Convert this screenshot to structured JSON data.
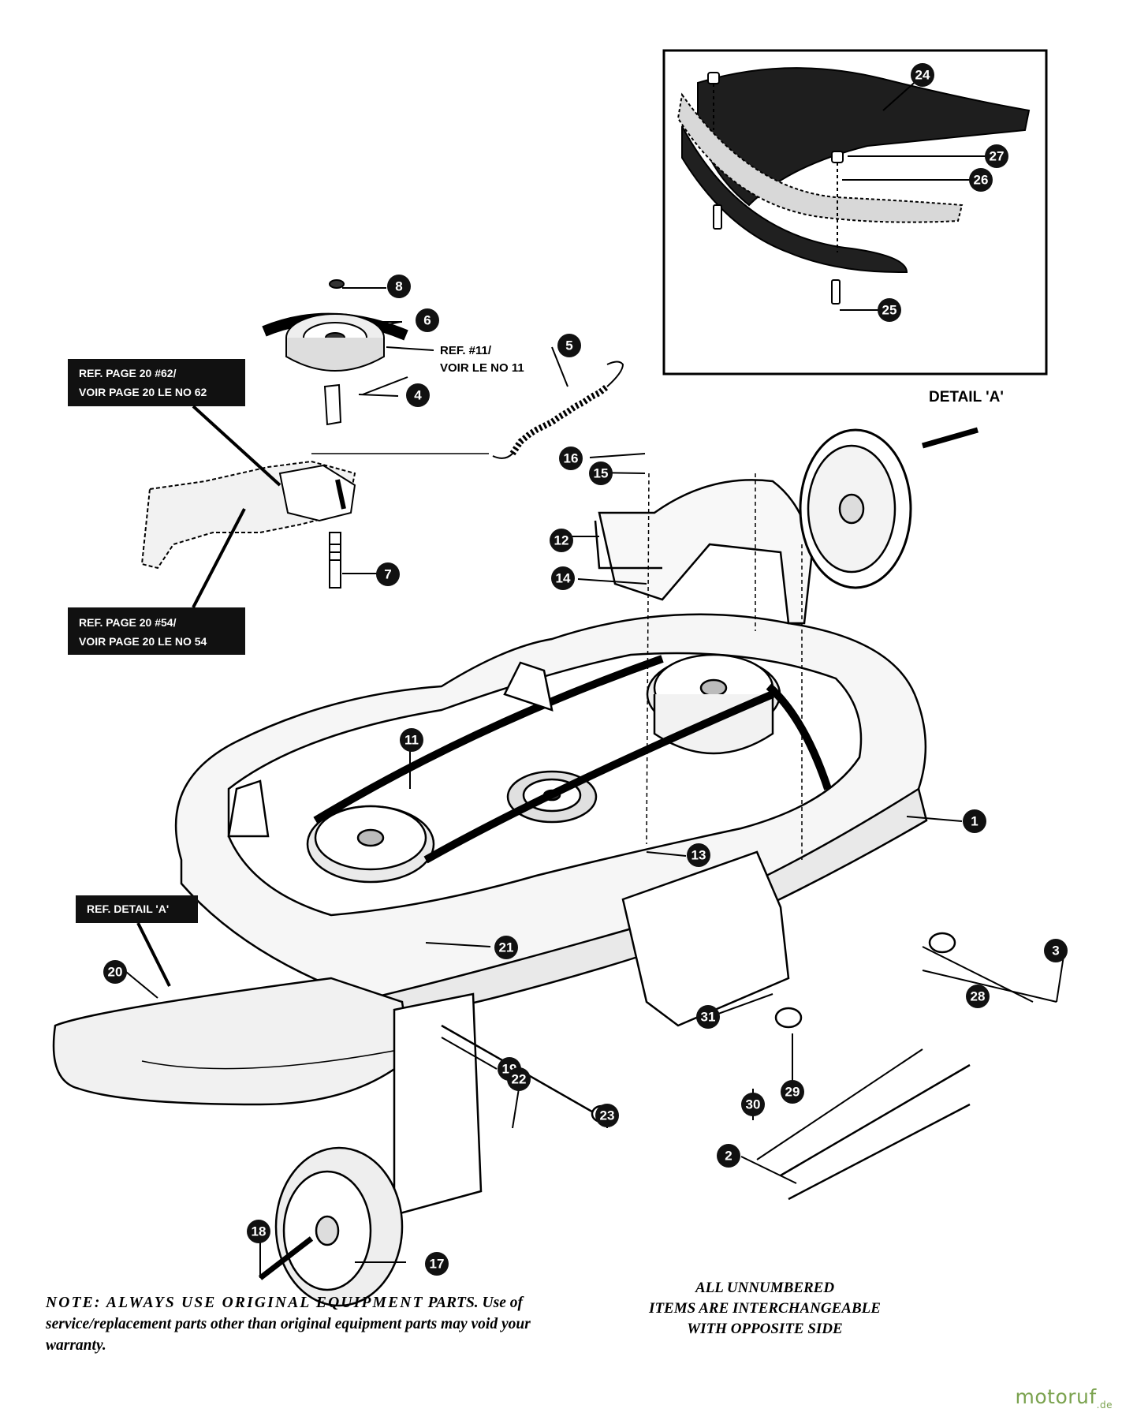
{
  "detail_title": "DETAIL 'A'",
  "ref_boxes": [
    {
      "line1": "REF. PAGE 20 #62/",
      "line2": "VOIR PAGE 20 LE NO 62"
    },
    {
      "line1": "REF. PAGE 20 #54/",
      "line2": "VOIR PAGE 20 LE NO 54"
    },
    {
      "line1": "REF. DETAIL 'A'",
      "line2": ""
    }
  ],
  "ref_plain": {
    "line1": "REF. #11/",
    "line2": "VOIR LE NO 11"
  },
  "callouts": [
    "1",
    "2",
    "3",
    "4",
    "5",
    "6",
    "7",
    "8",
    "11",
    "12",
    "13",
    "14",
    "15",
    "16",
    "17",
    "18",
    "19",
    "20",
    "21",
    "22",
    "23",
    "24",
    "25",
    "26",
    "27",
    "28",
    "29",
    "30",
    "31"
  ],
  "note": {
    "lead": "NOTE: ALWAYS USE ORIGINAL EQUIPMENT",
    "body": "PARTS. Use of service/replacement parts other than original equipment parts may void your warranty."
  },
  "unnumbered": [
    "ALL UNNUMBERED",
    "ITEMS ARE INTERCHANGEABLE",
    "WITH OPPOSITE SIDE"
  ],
  "watermark": {
    "brand": "motoruf",
    "suffix": ".de"
  }
}
